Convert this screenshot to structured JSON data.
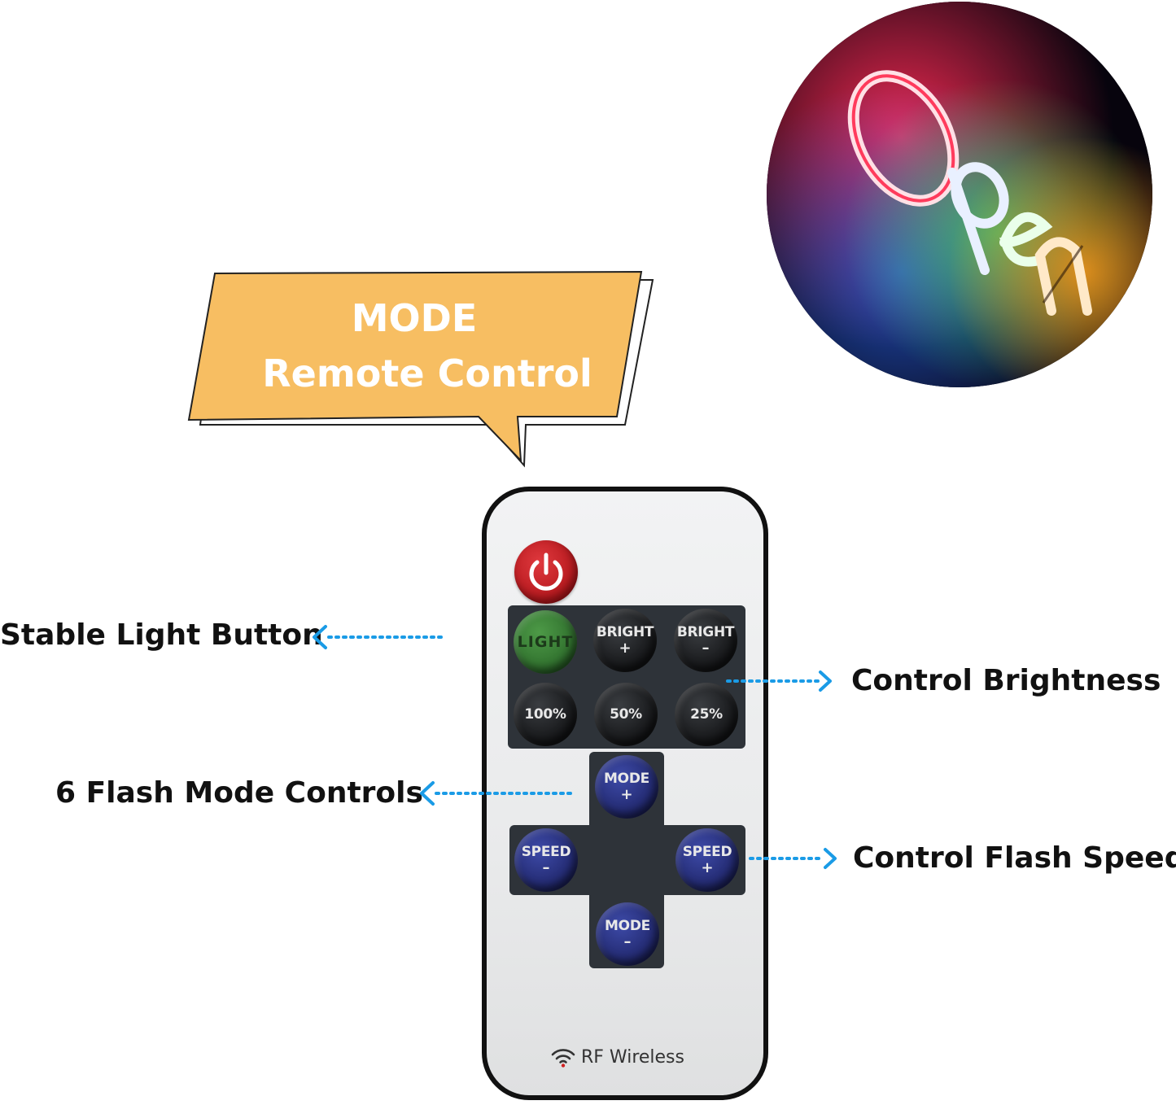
{
  "bubble": {
    "line1": "MODE",
    "line2": "Remote Control",
    "fill_color": "#f7be62"
  },
  "product_photo": {
    "icon": "neon-open-sign-image",
    "text": "Open"
  },
  "remote": {
    "power_icon": "power-icon",
    "buttons": {
      "light": {
        "label": "LIGHT",
        "sub": ""
      },
      "bright_plus": {
        "label": "BRIGHT",
        "sub": "+"
      },
      "bright_minus": {
        "label": "BRIGHT",
        "sub": "–"
      },
      "p100": {
        "label": "100%",
        "sub": ""
      },
      "p50": {
        "label": "50%",
        "sub": ""
      },
      "p25": {
        "label": "25%",
        "sub": ""
      },
      "mode_plus": {
        "label": "MODE",
        "sub": "+"
      },
      "speed_minus": {
        "label": "SPEED",
        "sub": "–"
      },
      "speed_plus": {
        "label": "SPEED",
        "sub": "+"
      },
      "mode_minus": {
        "label": "MODE",
        "sub": "–"
      }
    },
    "rf_label": "RF Wireless",
    "rf_icon": "wifi-icon"
  },
  "annotations": {
    "stable_light": "Stable Light Button",
    "control_brightness": "Control Brightness",
    "flash_modes": "6 Flash Mode Controls",
    "flash_speed": "Control Flash Speed",
    "arrow_color": "#1a9be6"
  }
}
